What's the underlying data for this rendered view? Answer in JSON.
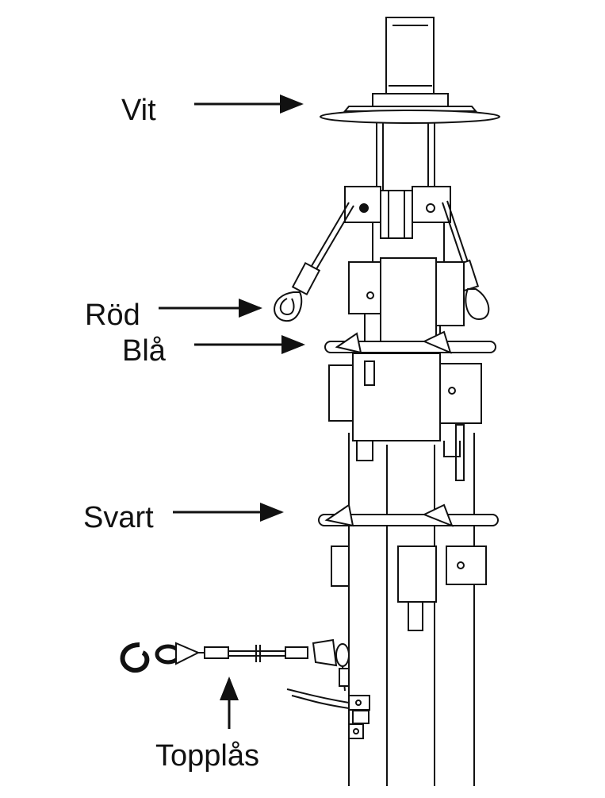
{
  "labels": {
    "vit": "Vit",
    "rod": "Röd",
    "bla": "Blå",
    "svart": "Svart",
    "topplas": "Topplås"
  },
  "colors": {
    "ink": "#111111",
    "background": "#ffffff"
  }
}
